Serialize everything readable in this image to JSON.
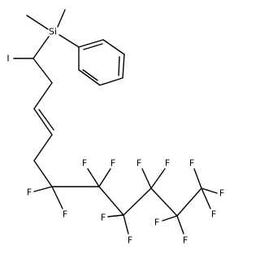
{
  "molecule": {
    "atoms": {
      "si": "Si",
      "iodine": "I",
      "fluorine": "F"
    }
  }
}
